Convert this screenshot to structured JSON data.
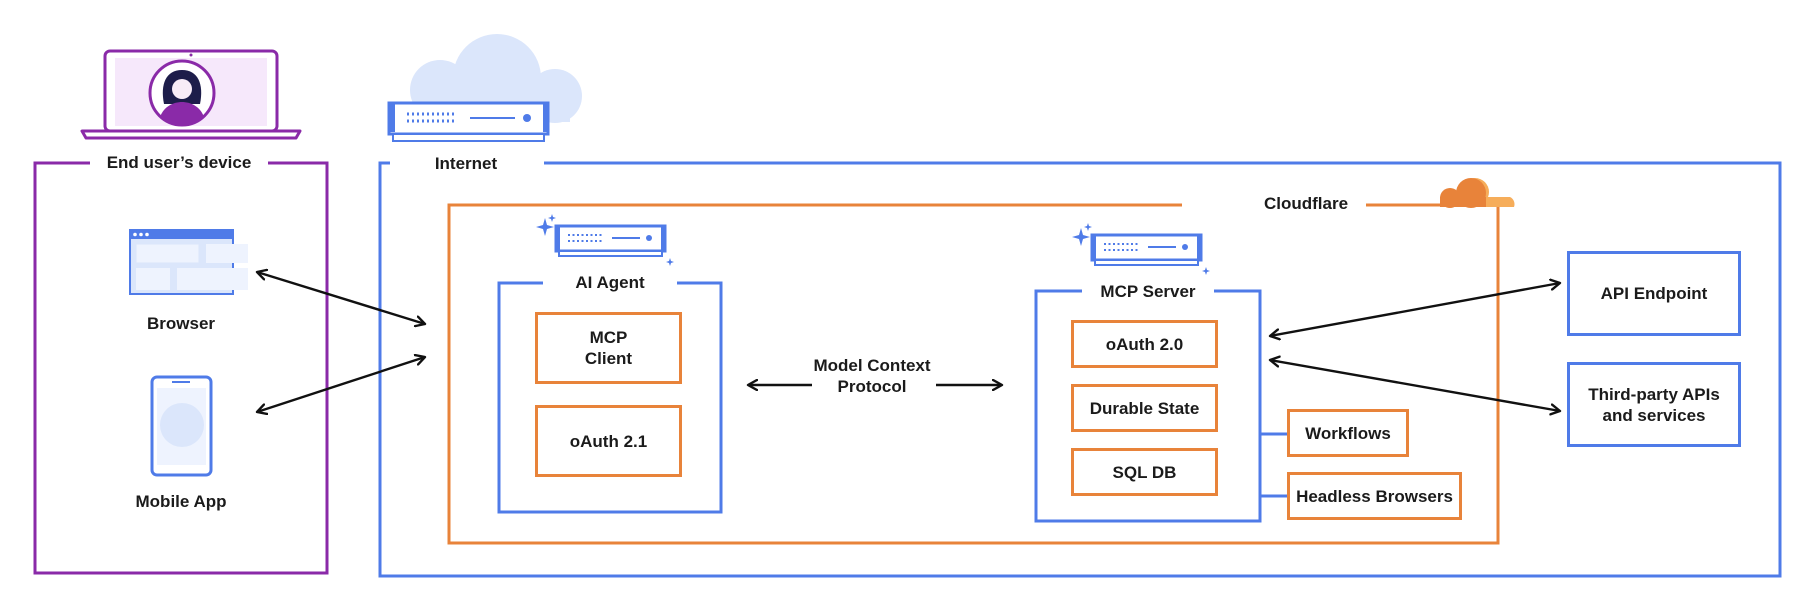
{
  "colors": {
    "purple": "#8a2aa8",
    "blue": "#4f7be8",
    "orange": "#e8833a",
    "light_blue": "#dbe6fb",
    "arrow": "#111111"
  },
  "device": {
    "label": "End user’s device",
    "browser_label": "Browser",
    "mobile_label": "Mobile App",
    "icons": [
      "laptop-user-icon",
      "browser-window-icon",
      "mobile-phone-icon"
    ]
  },
  "internet": {
    "label": "Internet",
    "icons": [
      "cloud-icon",
      "server-icon"
    ]
  },
  "cloudflare": {
    "label": "Cloudflare",
    "icon": "cloudflare-logo-icon"
  },
  "agent": {
    "label": "AI Agent",
    "components": [
      "MCP\nClient",
      "oAuth 2.1"
    ]
  },
  "protocol": {
    "label": "Model Context\nProtocol"
  },
  "mcp_server": {
    "label": "MCP Server",
    "components": [
      "oAuth 2.0",
      "Durable State",
      "SQL DB"
    ],
    "extensions": [
      "Workflows",
      "Headless Browsers"
    ]
  },
  "external": {
    "api_endpoint": "API Endpoint",
    "third_party": "Third-party APIs\nand services"
  }
}
